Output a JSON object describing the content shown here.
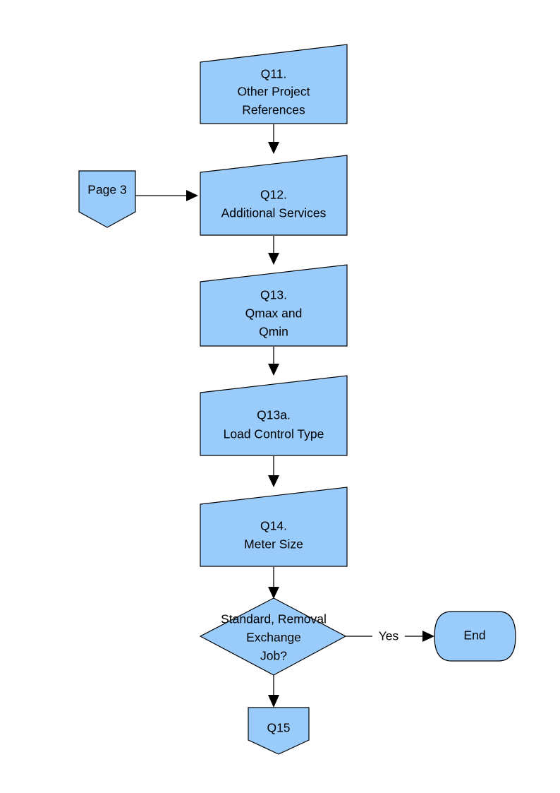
{
  "diagram": {
    "type": "flowchart",
    "title": "",
    "background_color": "#FFFFFF",
    "shape_fill_color": "#9ACCFB",
    "shape_border_color": "#000000",
    "connector_color": "#000000",
    "text_color": "#000000",
    "nodes": [
      {
        "id": "q11",
        "shape": "data-slanted-top",
        "lines": [
          "Q11.",
          "Other Project",
          "References"
        ],
        "line1": "Q11.",
        "line2": "Other Project",
        "line3": "References"
      },
      {
        "id": "page3",
        "shape": "off-page-connector-pentagon",
        "lines": [
          "Page 3"
        ],
        "line1": "Page 3"
      },
      {
        "id": "q12",
        "shape": "data-slanted-top",
        "lines": [
          "Q12.",
          "Additional Services"
        ],
        "line1": "Q12.",
        "line2": "Additional Services"
      },
      {
        "id": "q13",
        "shape": "data-slanted-top",
        "lines": [
          "Q13.",
          "Qmax and",
          "Qmin"
        ],
        "line1": "Q13.",
        "line2": "Qmax and",
        "line3": "Qmin"
      },
      {
        "id": "q13a",
        "shape": "data-slanted-top",
        "lines": [
          "Q13a.",
          "Load Control Type"
        ],
        "line1": "Q13a.",
        "line2": "Load Control Type"
      },
      {
        "id": "q14",
        "shape": "data-slanted-top",
        "lines": [
          "Q14.",
          "Meter Size"
        ],
        "line1": "Q14.",
        "line2": "Meter Size"
      },
      {
        "id": "decision",
        "shape": "diamond",
        "lines": [
          "Standard, Removal",
          "Exchange",
          "Job?"
        ],
        "line1": "Standard, Removal",
        "line2": "Exchange",
        "line3": "Job?"
      },
      {
        "id": "end",
        "shape": "terminator-rounded",
        "lines": [
          "End"
        ],
        "line1": "End"
      },
      {
        "id": "q15",
        "shape": "off-page-connector-pentagon",
        "lines": [
          "Q15"
        ],
        "line1": "Q15"
      }
    ],
    "edges": [
      {
        "id": "e1",
        "from": "q11",
        "to": "q12",
        "label": "",
        "direction": "down"
      },
      {
        "id": "e2",
        "from": "page3",
        "to": "q12",
        "label": "",
        "direction": "right"
      },
      {
        "id": "e3",
        "from": "q12",
        "to": "q13",
        "label": "",
        "direction": "down"
      },
      {
        "id": "e4",
        "from": "q13",
        "to": "q13a",
        "label": "",
        "direction": "down"
      },
      {
        "id": "e5",
        "from": "q13a",
        "to": "q14",
        "label": "",
        "direction": "down"
      },
      {
        "id": "e6",
        "from": "q14",
        "to": "decision",
        "label": "",
        "direction": "down"
      },
      {
        "id": "e7",
        "from": "decision",
        "to": "end",
        "label": "Yes",
        "direction": "right"
      },
      {
        "id": "e8",
        "from": "decision",
        "to": "q15",
        "label": "",
        "direction": "down"
      }
    ],
    "edge_labels": {
      "yes": "Yes"
    }
  }
}
